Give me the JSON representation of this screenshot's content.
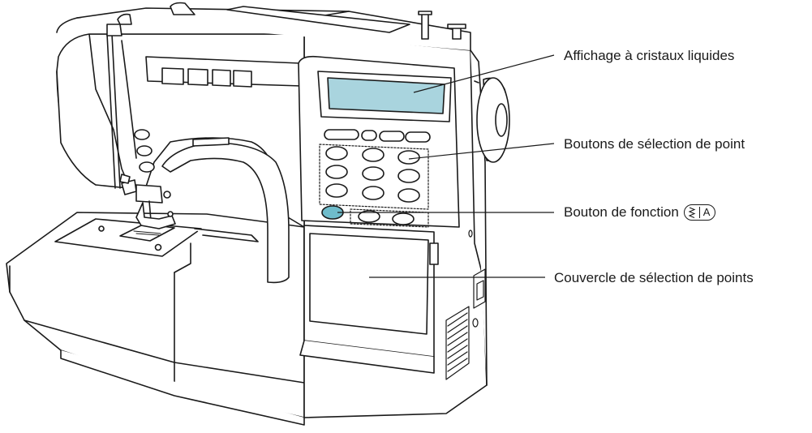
{
  "labels": {
    "lcd": "Affichage à cristaux liquides",
    "stitch_select_buttons": "Boutons de sélection de point",
    "function_button": "Bouton de fonction",
    "function_button_badge": "A",
    "stitch_select_cover": "Couvercle de sélection de points"
  },
  "colors": {
    "outline": "#1a1a1a",
    "lcd_fill": "#a9d4de",
    "function_button_fill": "#6fbccb",
    "body_fill": "#ffffff"
  }
}
